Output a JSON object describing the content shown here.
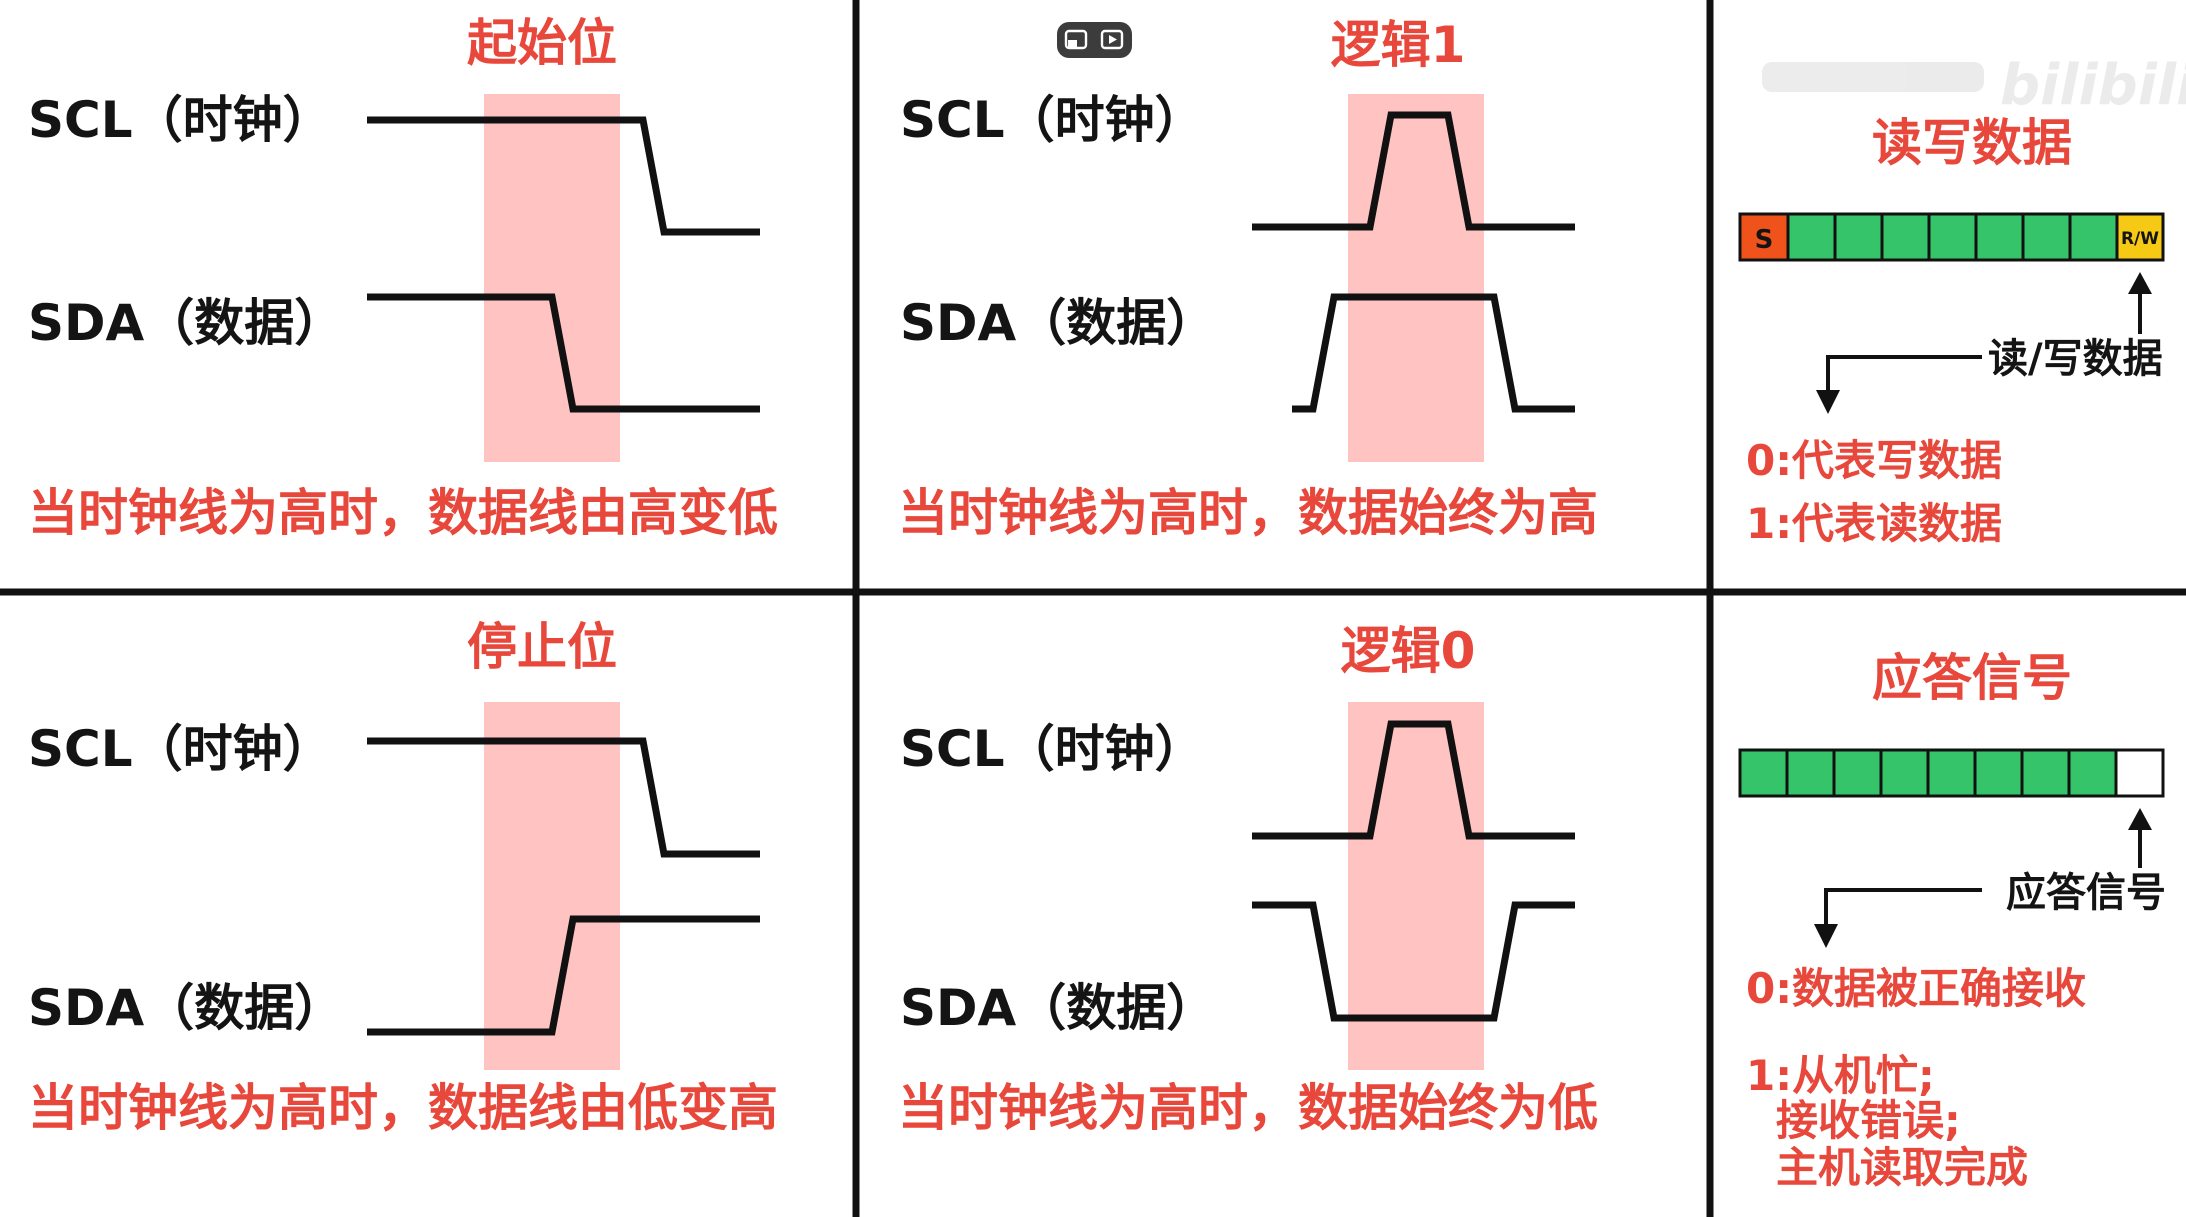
{
  "overlay": {
    "buttons": [
      "pip-icon",
      "capture-icon"
    ],
    "watermark": "bilibili"
  },
  "panels": {
    "start": {
      "title": "起始位",
      "scl_label": "SCL（时钟）",
      "sda_label": "SDA（数据）",
      "caption": "当时钟线为高时，数据线由高变低"
    },
    "logic1": {
      "title": "逻辑1",
      "scl_label": "SCL（时钟）",
      "sda_label": "SDA（数据）",
      "caption": "当时钟线为高时，数据始终为高"
    },
    "stop": {
      "title": "停止位",
      "scl_label": "SCL（时钟）",
      "sda_label": "SDA（数据）",
      "caption": "当时钟线为高时，数据线由低变高"
    },
    "logic0": {
      "title": "逻辑0",
      "scl_label": "SCL（时钟）",
      "sda_label": "SDA（数据）",
      "caption": "当时钟线为高时，数据始终为低"
    },
    "rw": {
      "title": "读写数据",
      "start_bit": "S",
      "rw_bit": "R/W",
      "data_bits": 7,
      "pointer_label": "读/写数据",
      "line0": "0:代表写数据",
      "line1": "1:代表读数据"
    },
    "ack": {
      "title": "应答信号",
      "data_bits": 8,
      "pointer_label": "应答信号",
      "line0": "0:数据被正确接收",
      "line1": "1:从机忙;",
      "line2": "接收错误;",
      "line3": "主机读取完成"
    }
  },
  "colors": {
    "accent": "#e8473b",
    "highlight": "#ffc4c2",
    "bit_green": "#35c46a",
    "start_bit": "#f0521c",
    "rw_bit": "#f6c915",
    "ack_bit": "#ffffff",
    "line": "#111111"
  }
}
